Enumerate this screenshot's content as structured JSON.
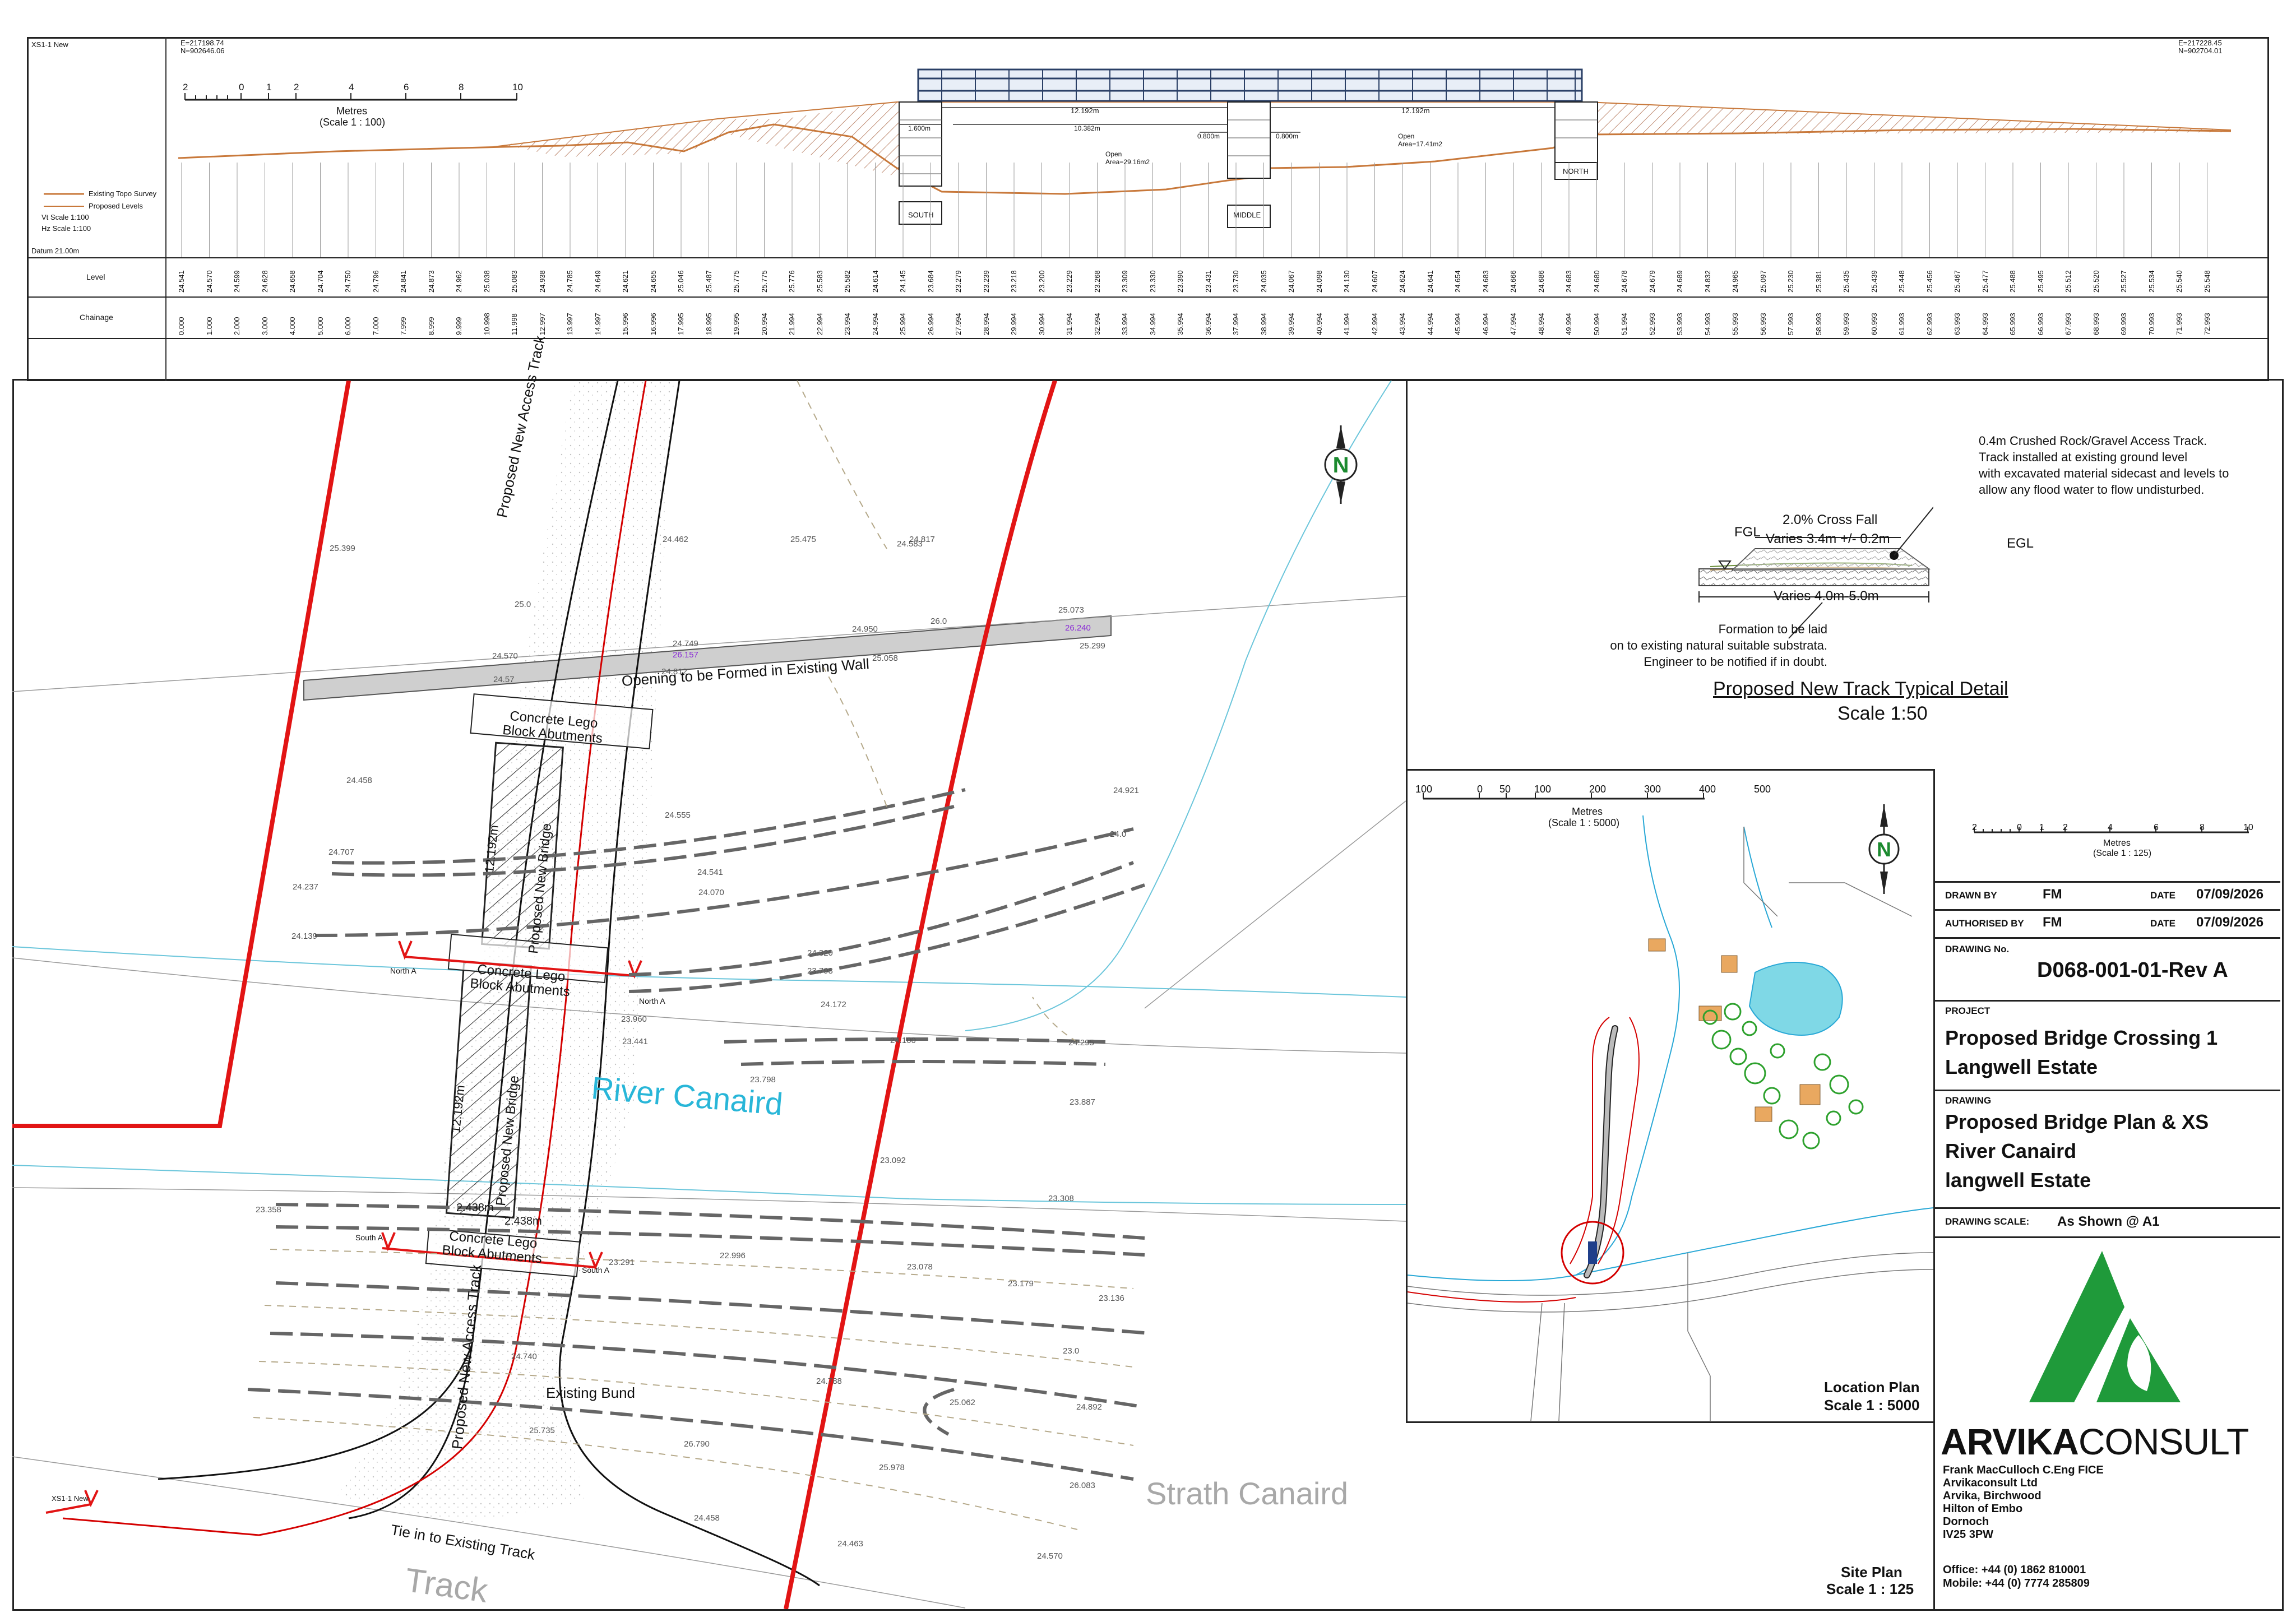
{
  "cross_section": {
    "id": "XS1-1 New",
    "coord_left": "E=217198.74\nN=902646.06",
    "coord_right": "E=217228.45\nN=902704.01",
    "scale_numbers": [
      "2",
      "0",
      "1",
      "2",
      "4",
      "6",
      "8",
      "10"
    ],
    "scale_unit": "Metres",
    "scale_ratio": "(Scale 1 : 100)",
    "legend": [
      "Existing Topo Survey",
      "Proposed Levels",
      "Vt Scale 1:100",
      "Hz Scale 1:100"
    ],
    "datum": "Datum 21.00m",
    "row_level": "Level",
    "row_chainage": "Chainage",
    "span1": "12.192m",
    "span2": "12.192m",
    "dim_1600": "1.600m",
    "dim_10382": "10.382m",
    "dim_0800a": "0.800m",
    "dim_0800b": "0.800m",
    "open1": "Open\nArea=29.16m2",
    "open2": "Open\nArea=17.41m2",
    "abut_south": "SOUTH",
    "abut_middle": "MIDDLE",
    "abut_north": "NORTH",
    "levels": [
      "24.541",
      "24.570",
      "24.599",
      "24.628",
      "24.658",
      "24.704",
      "24.750",
      "24.796",
      "24.841",
      "24.873",
      "24.962",
      "25.038",
      "25.083",
      "24.938",
      "24.785",
      "24.649",
      "24.621",
      "24.655",
      "25.046",
      "25.487",
      "25.775",
      "25.775",
      "25.776",
      "25.583",
      "25.582",
      "24.614",
      "24.145",
      "23.684",
      "23.279",
      "23.239",
      "23.218",
      "23.200",
      "23.229",
      "23.268",
      "23.309",
      "23.330",
      "23.390",
      "23.431",
      "23.730",
      "24.035",
      "24.067",
      "24.098",
      "24.130",
      "24.607",
      "24.624",
      "24.641",
      "24.654",
      "24.683",
      "24.666",
      "24.686",
      "24.683",
      "24.680",
      "24.678",
      "24.679",
      "24.689",
      "24.832",
      "24.965",
      "25.097",
      "25.230",
      "25.381",
      "25.435",
      "25.439",
      "25.448",
      "25.456",
      "25.467",
      "25.477",
      "25.488",
      "25.495",
      "25.512",
      "25.520",
      "25.527",
      "25.534",
      "25.540",
      "25.548"
    ],
    "chainages": [
      "0.000",
      "1.000",
      "2.000",
      "3.000",
      "4.000",
      "5.000",
      "6.000",
      "7.000",
      "7.999",
      "8.999",
      "9.999",
      "10.998",
      "11.998",
      "12.997",
      "13.997",
      "14.997",
      "15.996",
      "16.996",
      "17.995",
      "18.995",
      "19.995",
      "20.994",
      "21.994",
      "22.994",
      "23.994",
      "24.994",
      "25.994",
      "26.994",
      "27.994",
      "28.994",
      "29.994",
      "30.994",
      "31.994",
      "32.994",
      "33.994",
      "34.994",
      "35.994",
      "36.994",
      "37.994",
      "38.994",
      "39.994",
      "40.994",
      "41.994",
      "42.994",
      "43.994",
      "44.994",
      "45.994",
      "46.994",
      "47.994",
      "48.994",
      "49.994",
      "50.994",
      "51.994",
      "52.993",
      "53.993",
      "54.993",
      "55.993",
      "56.993",
      "57.993",
      "58.993",
      "59.993",
      "60.993",
      "61.993",
      "62.993",
      "63.993",
      "64.993",
      "65.993",
      "66.993",
      "67.993",
      "68.993",
      "69.993",
      "70.993",
      "71.993",
      "72.993"
    ]
  },
  "site_plan": {
    "title": "Site Plan",
    "scale": "Scale 1 : 125",
    "labels": {
      "access_top": "Proposed New Access Track",
      "access_bottom": "Proposed New Access Track",
      "wall_opening": "Opening to be Formed in Existing Wall",
      "abut_top": "Concrete Lego\nBlock Abutments",
      "abut_mid": "Concrete Lego\nBlock Abutments",
      "abut_bot": "Concrete Lego\nBlock Abutments",
      "bridge1": "Proposed New Bridge",
      "bridge2": "Proposed New Bridge",
      "span1": "12.192m",
      "span2": "12.192m",
      "dim_a": "2.438m",
      "dim_b": "2.438m",
      "river": "River Canaird",
      "bund": "Existing Bund",
      "tie_in": "Tie in to Existing Track",
      "strath": "Strath Canaird",
      "track": "Track",
      "north_a1": "North A",
      "north_a2": "North A",
      "south_a1": "South A",
      "south_a2": "South A",
      "xs_tag": "XS1-1 New"
    },
    "spot_levels": [
      "25.073",
      "24.950",
      "26.240",
      "24.749",
      "26.157",
      "24.570",
      "24.812",
      "25.058",
      "25.299",
      "24.57",
      "24.458",
      "24.707",
      "24.237",
      "24.555",
      "24.541",
      "24.070",
      "24.921",
      "24.139",
      "24.320",
      "23.798",
      "24.172",
      "23.960",
      "23.441",
      "24.100",
      "23.798",
      "24.295",
      "23.887",
      "23.358",
      "22.996",
      "23.078",
      "23.179",
      "23.136",
      "23.291",
      "24.740",
      "24.788",
      "25.062",
      "24.892",
      "25.735",
      "26.790",
      "25.978",
      "26.083",
      "24.458",
      "24.463",
      "24.570",
      "23.308",
      "23.092",
      "24.817",
      "24.583",
      "25.475",
      "25.399",
      "24.462",
      "25.0",
      "24.0",
      "23.0",
      "26.0"
    ]
  },
  "typical_detail": {
    "note_top": "0.4m Crushed Rock/Gravel Access Track.\nTrack installed at existing ground level\nwith excavated material sidecast and levels to\nallow any flood water to flow undisturbed.",
    "fgl": "FGL",
    "egl": "EGL",
    "cross_fall": "2.0% Cross Fall",
    "varies_top": "Varies 3.4m +/- 0.2m",
    "varies_bottom": "Varies 4.0m-5.0m",
    "formation": "Formation to be laid\non to existing natural suitable substrata.\nEngineer to be notified if in doubt.",
    "title": "Proposed New Track Typical Detail",
    "scale": "Scale 1:50"
  },
  "location_plan": {
    "scale_numbers": [
      "100",
      "0",
      "50",
      "100",
      "200",
      "300",
      "400",
      "500"
    ],
    "scale_unit": "Metres",
    "scale_ratio": "(Scale 1 : 5000)",
    "title": "Location Plan",
    "scale": "Scale 1 : 5000"
  },
  "title_block": {
    "scale_numbers": [
      "2",
      "0",
      "1",
      "2",
      "4",
      "6",
      "8",
      "10"
    ],
    "scale_unit": "Metres",
    "scale_ratio": "(Scale 1 : 125)",
    "drawn_by_label": "DRAWN BY",
    "drawn_by": "FM",
    "date_label": "DATE",
    "drawn_date": "07/09/2026",
    "authorised_label": "AUTHORISED BY",
    "authorised_by": "FM",
    "authorised_date": "07/09/2026",
    "drawing_no_label": "DRAWING No.",
    "drawing_no": "D068-001-01-Rev A",
    "project_label": "PROJECT",
    "project": "Proposed Bridge Crossing 1\nLangwell Estate",
    "drawing_label": "DRAWING",
    "drawing": "Proposed Bridge Plan & XS\nRiver Canaird\nlangwell Estate",
    "drawing_scale_label": "DRAWING SCALE:",
    "drawing_scale": "As Shown @ A1",
    "company_bold": "ARVIKA",
    "company_light": "CONSULT",
    "address": "Frank MacCulloch C.Eng FICE\nArvikaconsult Ltd\nArvika, Birchwood\nHilton of Embo\nDornoch\nIV25 3PW",
    "office": "Office:  +44 (0) 1862 810001",
    "mobile": "Mobile: +44 (0) 7774 285809",
    "brand_green": "#1f9a3a"
  }
}
